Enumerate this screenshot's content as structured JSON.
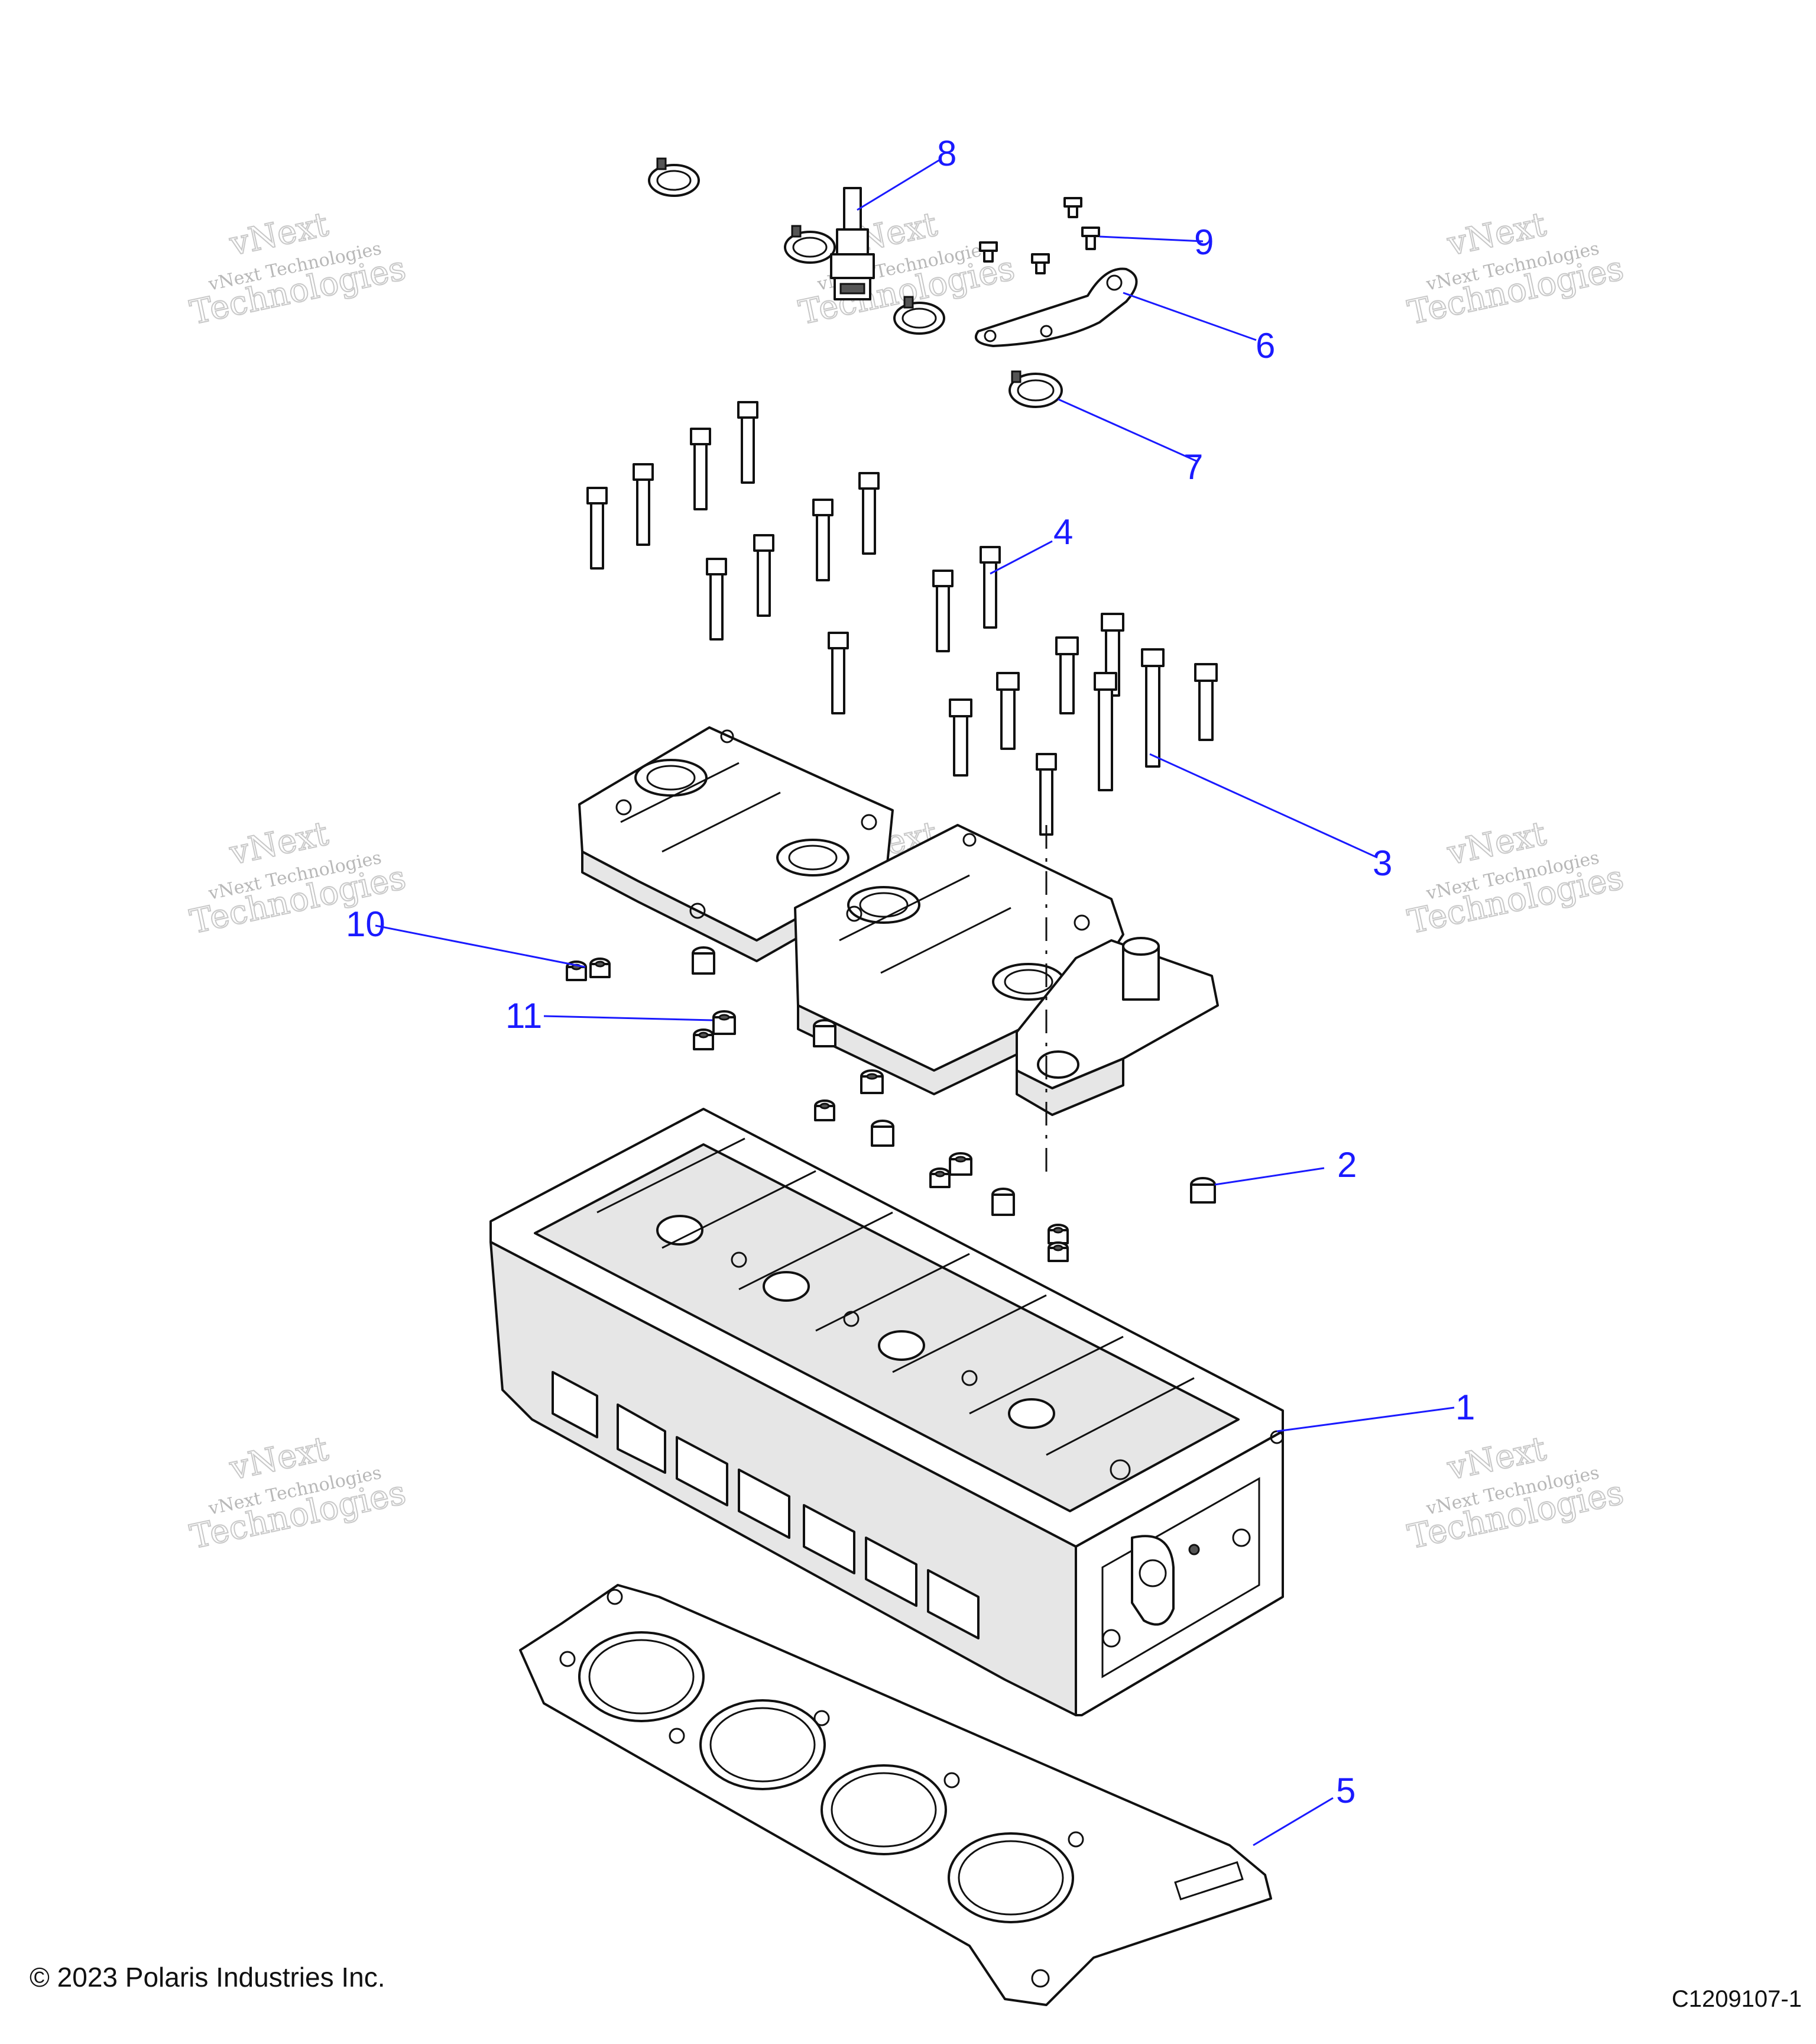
{
  "callouts": [
    {
      "id": "c1",
      "label": "1"
    },
    {
      "id": "c2",
      "label": "2"
    },
    {
      "id": "c3",
      "label": "3"
    },
    {
      "id": "c4",
      "label": "4"
    },
    {
      "id": "c5",
      "label": "5"
    },
    {
      "id": "c6",
      "label": "6"
    },
    {
      "id": "c7",
      "label": "7"
    },
    {
      "id": "c8",
      "label": "8"
    },
    {
      "id": "c9",
      "label": "9"
    },
    {
      "id": "c10",
      "label": "10"
    },
    {
      "id": "c11",
      "label": "11"
    }
  ],
  "watermark": {
    "line1": "vNext",
    "line2": "vNext Technologies",
    "line3": "Technologies"
  },
  "footer": {
    "copyright": "© 2023 Polaris Industries Inc.",
    "figure_id": "C1209107-1"
  },
  "colors": {
    "callout": "#1a1aff",
    "line_art": "#111111",
    "watermark": "#b8b8b8"
  }
}
